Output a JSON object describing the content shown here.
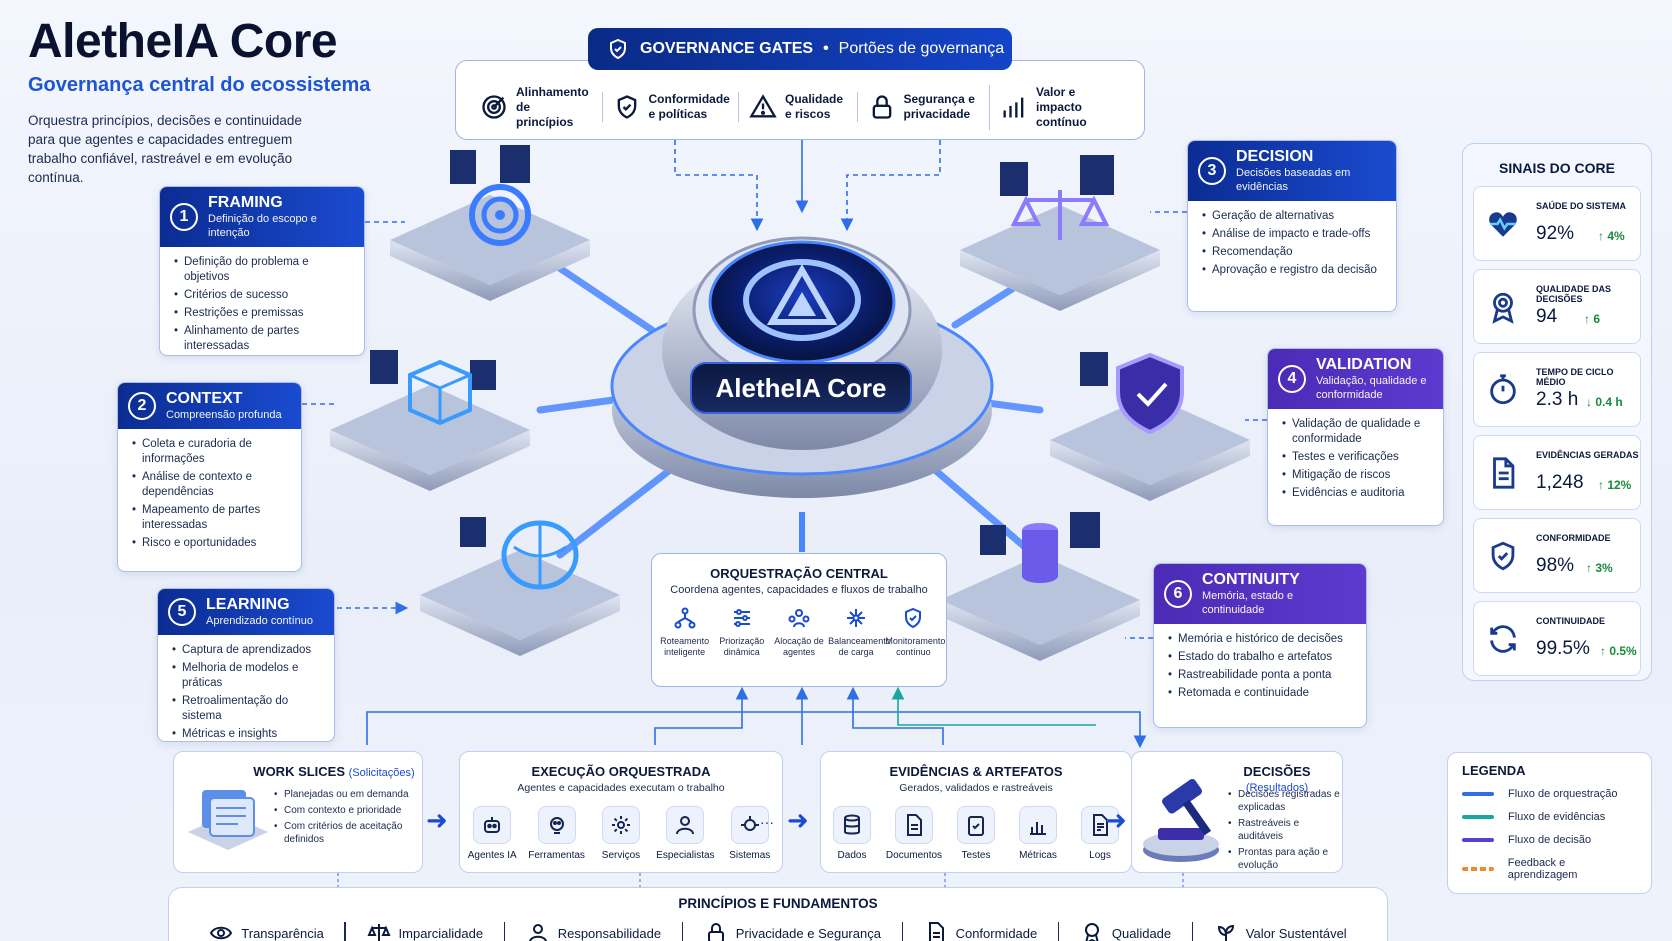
{
  "header": {
    "title": "AletheIA Core",
    "subtitle": "Governança central do ecossistema",
    "description": "Orquestra princípios, decisões e continuidade para que agentes e capacidades entreguem trabalho confiável, rastreável e em evolução contínua."
  },
  "gates": {
    "title": "GOVERNANCE GATES",
    "title_sep": "•",
    "title_pt": "Portões de governança",
    "items": [
      {
        "label": "Alinhamento de princípios",
        "icon": "target-icon"
      },
      {
        "label": "Conformidade e políticas",
        "icon": "shield-check-icon"
      },
      {
        "label": "Qualidade e riscos",
        "icon": "warning-icon"
      },
      {
        "label": "Segurança e privacidade",
        "icon": "lock-icon"
      },
      {
        "label": "Valor e impacto contínuo",
        "icon": "bar-chart-icon"
      }
    ]
  },
  "steps": {
    "framing": {
      "num": "1",
      "title": "FRAMING",
      "subtitle": "Definição do escopo e intenção",
      "items": [
        "Definição do problema e objetivos",
        "Critérios de sucesso",
        "Restrições e premissas",
        "Alinhamento de partes interessadas"
      ]
    },
    "context": {
      "num": "2",
      "title": "CONTEXT",
      "subtitle": "Compreensão profunda",
      "items": [
        "Coleta e curadoria de informações",
        "Análise de contexto e dependências",
        "Mapeamento de partes interessadas",
        "Risco e oportunidades"
      ]
    },
    "decision": {
      "num": "3",
      "title": "DECISION",
      "subtitle": "Decisões baseadas em evidências",
      "items": [
        "Geração de alternativas",
        "Análise de impacto e trade-offs",
        "Recomendação",
        "Aprovação e registro da decisão"
      ]
    },
    "validation": {
      "num": "4",
      "title": "VALIDATION",
      "subtitle": "Validação, qualidade e conformidade",
      "items": [
        "Validação de qualidade e conformidade",
        "Testes e verificações",
        "Mitigação de riscos",
        "Evidências e auditoria"
      ]
    },
    "learning": {
      "num": "5",
      "title": "LEARNING",
      "subtitle": "Aprendizado contínuo",
      "items": [
        "Captura de aprendizados",
        "Melhoria de modelos e práticas",
        "Retroalimentação do sistema",
        "Métricas e insights"
      ]
    },
    "continuity": {
      "num": "6",
      "title": "CONTINUITY",
      "subtitle": "Memória, estado e continuidade",
      "items": [
        "Memória e histórico de decisões",
        "Estado do trabalho e artefatos",
        "Rastreabilidade ponta a ponta",
        "Retomada e continuidade"
      ]
    }
  },
  "core": {
    "label": "AletheIA Core"
  },
  "orchestration": {
    "title": "ORQUESTRAÇÃO CENTRAL",
    "subtitle": "Coordena agentes, capacidades e fluxos de trabalho",
    "items": [
      "Roteamento inteligente",
      "Priorização dinâmica",
      "Alocação de agentes",
      "Balanceamento de carga",
      "Monitoramento contínuo"
    ]
  },
  "signals": {
    "title": "SINAIS DO CORE",
    "items": [
      {
        "label": "SAÚDE DO SISTEMA",
        "value": "92%",
        "delta": "↑ 4%",
        "icon": "heart-pulse-icon"
      },
      {
        "label": "QUALIDADE DAS DECISÕES",
        "value": "94",
        "delta": "↑ 6",
        "icon": "award-icon"
      },
      {
        "label": "TEMPO DE CICLO MÉDIO",
        "value": "2.3 h",
        "delta": "↓ 0.4 h",
        "icon": "stopwatch-icon"
      },
      {
        "label": "EVIDÊNCIAS GERADAS",
        "value": "1,248",
        "delta": "↑ 12%",
        "icon": "document-icon"
      },
      {
        "label": "CONFORMIDADE",
        "value": "98%",
        "delta": "↑ 3%",
        "icon": "shield-check-icon"
      },
      {
        "label": "CONTINUIDADE",
        "value": "99.5%",
        "delta": "↑ 0.5%",
        "icon": "refresh-icon"
      }
    ]
  },
  "legend": {
    "title": "LEGENDA",
    "items": [
      {
        "label": "Fluxo de orquestração",
        "color": "#2f6fe6"
      },
      {
        "label": "Fluxo de evidências",
        "color": "#1aa7a0"
      },
      {
        "label": "Fluxo de decisão",
        "color": "#5b3fd0"
      },
      {
        "label": "Feedback e aprendizagem",
        "color": "#f08a24"
      }
    ]
  },
  "bottom": {
    "work": {
      "title": "WORK SLICES",
      "title_paren": "(Solicitações)",
      "items": [
        "Planejadas ou em demanda",
        "Com contexto e prioridade",
        "Com critérios de aceitação definidos"
      ]
    },
    "exec": {
      "title": "EXECUÇÃO ORQUESTRADA",
      "subtitle": "Agentes e capacidades executam o trabalho",
      "items": [
        "Agentes IA",
        "Ferramentas",
        "Serviços",
        "Especialistas",
        "Sistemas"
      ],
      "more": "···"
    },
    "evid": {
      "title": "EVIDÊNCIAS & ARTEFATOS",
      "subtitle": "Gerados, validados e rastreáveis",
      "items": [
        "Dados",
        "Documentos",
        "Testes",
        "Métricas",
        "Logs"
      ]
    },
    "dec": {
      "title": "DECISÕES",
      "title_paren": "(Resultados)",
      "items": [
        "Decisões registradas e explicadas",
        "Rastreáveis e auditáveis",
        "Prontas para ação e evolução"
      ]
    }
  },
  "principles": {
    "title": "PRINCÍPIOS E FUNDAMENTOS",
    "items": [
      "Transparência",
      "Imparcialidade",
      "Responsabilidade",
      "Privacidade e Segurança",
      "Conformidade",
      "Qualidade",
      "Valor Sustentável"
    ]
  }
}
